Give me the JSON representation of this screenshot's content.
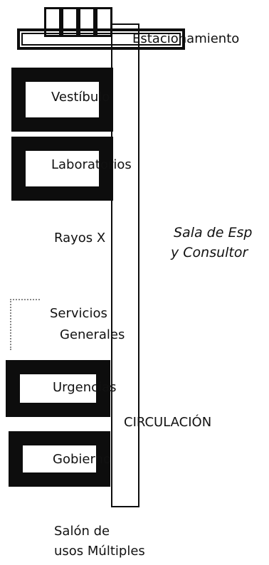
{
  "labels": {
    "parking": "Estacionamiento",
    "lobby": "Vestíbulo",
    "labs": "Laboratorios",
    "xray": "Rayos X",
    "waiting_line1": "Sala de Esp",
    "waiting_line2": "y Consultor",
    "services_line1": "Servicios",
    "services_line2": "Generales",
    "emergency": "Urgencias",
    "government": "Gobierno",
    "circulation": "CIRCULACIÓN",
    "multipurpose_line1": "Salón de",
    "multipurpose_line2": "usos Múltiples"
  },
  "colors": {
    "ink": "#0d0d0d",
    "paper": "#ffffff"
  }
}
